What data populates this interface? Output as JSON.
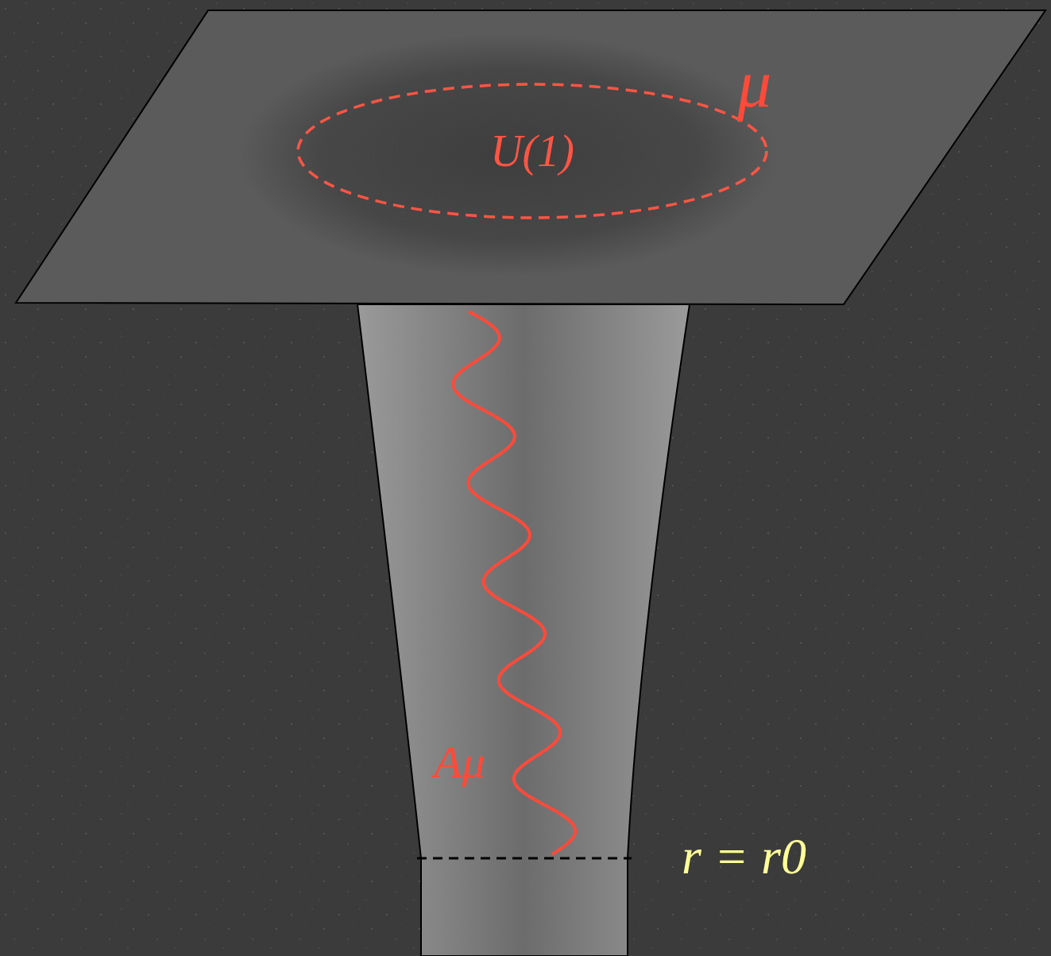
{
  "diagram": {
    "nodes": [
      {
        "text": [
          "U(1)"
        ]
      }
    ],
    "labels": [
      "μ",
      "Aμ",
      "r = r0"
    ]
  }
}
